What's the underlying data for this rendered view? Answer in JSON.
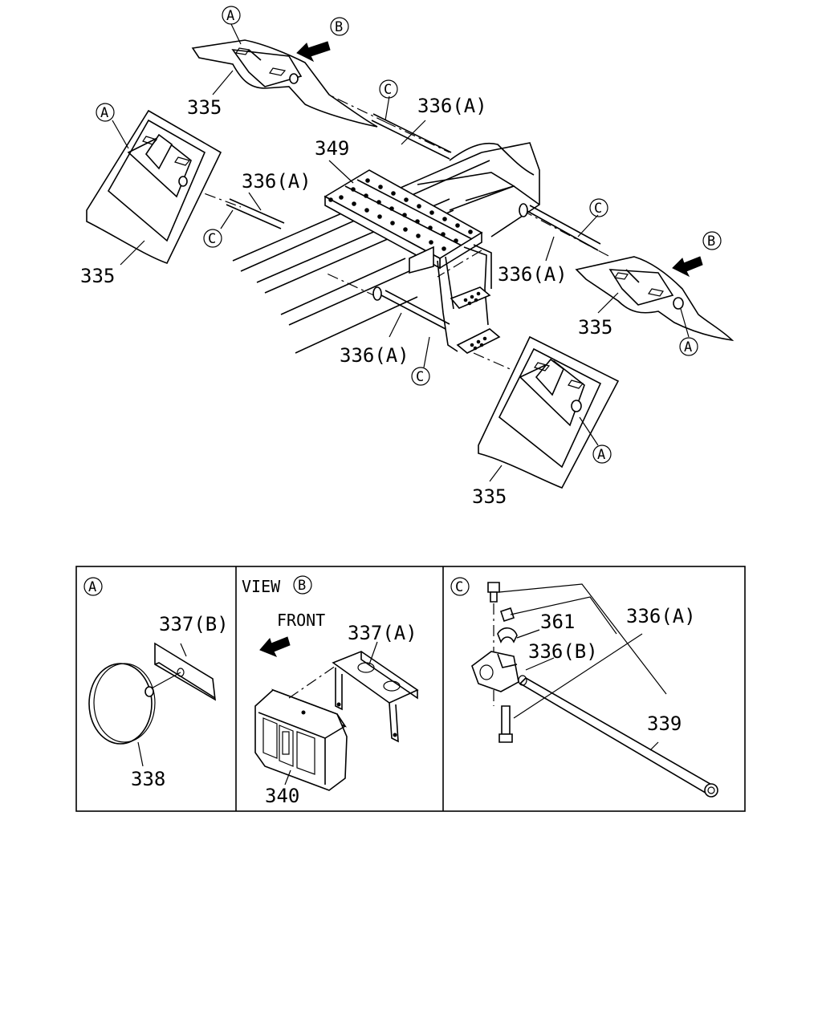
{
  "markers": {
    "a": "A",
    "b": "B",
    "c": "C"
  },
  "labels": {
    "p335": "335",
    "p336a": "336(A)",
    "p336b": "336(B)",
    "p337a": "337(A)",
    "p337b": "337(B)",
    "p338": "338",
    "p339": "339",
    "p340": "340",
    "p349": "349",
    "p361": "361"
  },
  "panels": {
    "view_prefix": "VIEW",
    "front": "FRONT"
  }
}
